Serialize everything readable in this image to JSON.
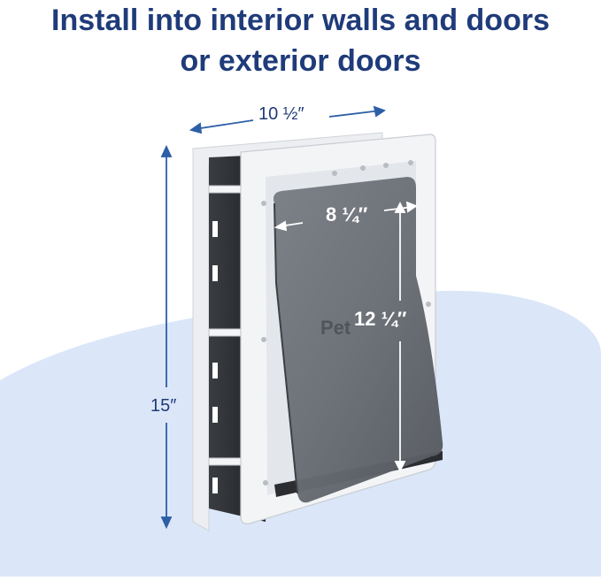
{
  "headline": {
    "line1": "Install into interior walls and doors",
    "line2": "or exterior doors"
  },
  "dimensions": {
    "frame_width": "10 ½″",
    "frame_height": "15″",
    "flap_width": "8 ¼″",
    "flap_height": "12 ¼″"
  },
  "flap_logo": "Pet",
  "colors": {
    "headline": "#1f3b7a",
    "dimension_lines": "#2d5fa8",
    "background_blob": "#dbe7f8",
    "frame": "#f2f3f5",
    "flap": "#6d7178"
  }
}
